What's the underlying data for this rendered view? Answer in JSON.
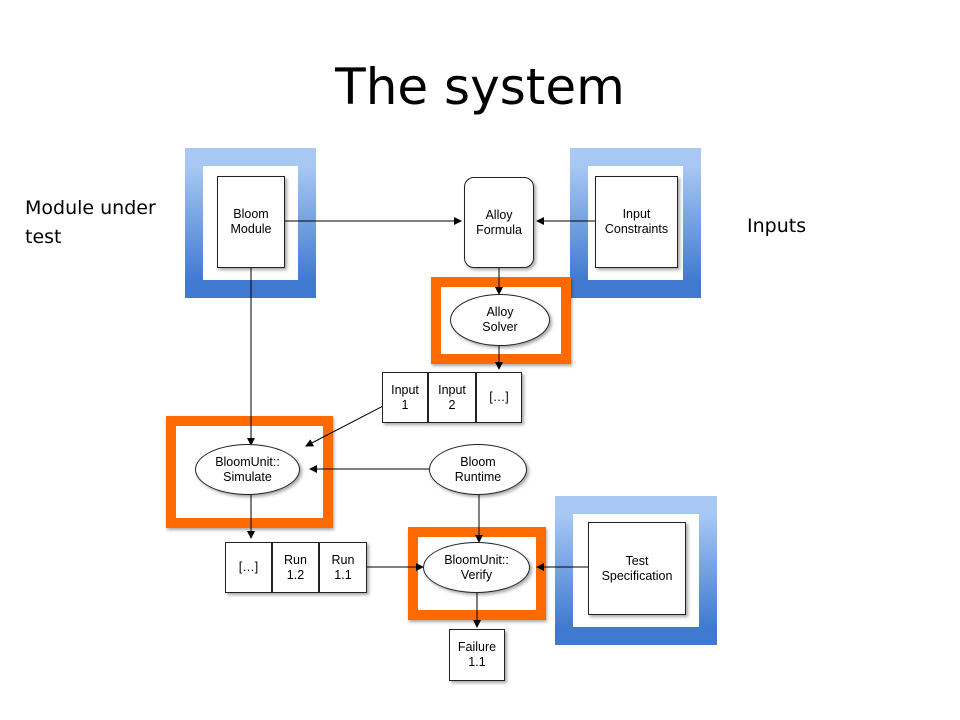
{
  "slide": {
    "title": "The system",
    "left_label": "Module under\ntest",
    "right_label": "Inputs"
  },
  "nodes": {
    "bloom_module": "Bloom\nModule",
    "alloy_formula": "Alloy\nFormula",
    "input_constraints": "Input\nConstraints",
    "alloy_solver": "Alloy\nSolver",
    "bloomunit_simulate": "BloomUnit::\nSimulate",
    "bloom_runtime": "Bloom\nRuntime",
    "bloomunit_verify": "BloomUnit::\nVerify",
    "test_specification": "Test\nSpecification",
    "failure": "Failure\n1.1"
  },
  "inputs_row": [
    "Input\n1",
    "Input\n2",
    "[…]"
  ],
  "runs_row": [
    "[…]",
    "Run\n1.2",
    "Run\n1.1"
  ],
  "colors": {
    "orange_frame": "#ff6a00",
    "blue_frame_top": "#a9c8f4",
    "blue_frame_bottom": "#3f7ad0"
  }
}
